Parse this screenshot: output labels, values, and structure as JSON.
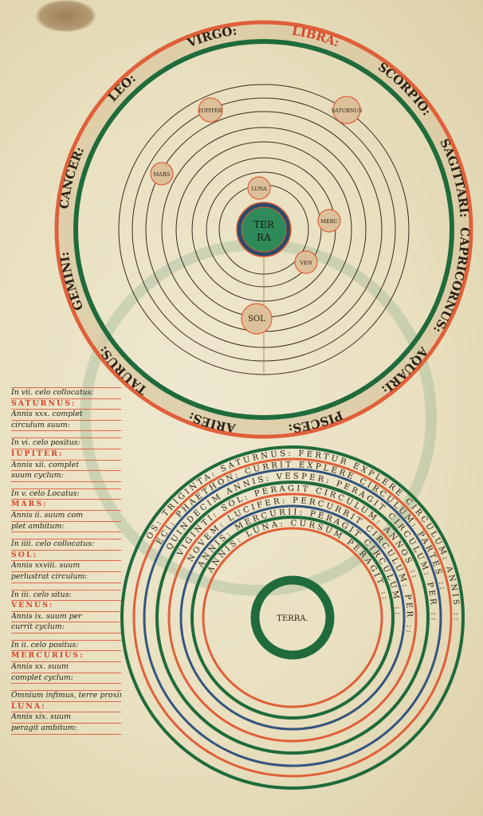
{
  "top_diagram": {
    "center_label": [
      "TER",
      "RA"
    ],
    "zodiac": [
      {
        "label": "LIBRA:",
        "red": true
      },
      {
        "label": "SCORPIO:"
      },
      {
        "label": "SAGITTARI:"
      },
      {
        "label": "CAPRICORNUS:"
      },
      {
        "label": "AQUARI:"
      },
      {
        "label": "PISCES:"
      },
      {
        "label": "ARIES:"
      },
      {
        "label": "TAURUS:"
      },
      {
        "label": "GEMINI:"
      },
      {
        "label": "CANCER:"
      },
      {
        "label": "LEO:"
      },
      {
        "label": "VIRGO:"
      }
    ],
    "planets": [
      {
        "label": "LUNA"
      },
      {
        "label": "MERC"
      },
      {
        "label": "VEN"
      },
      {
        "label": "SOL"
      },
      {
        "label": "MARS"
      },
      {
        "label": "IUPITER"
      },
      {
        "label": "SATURNUS"
      }
    ],
    "colors": {
      "outer_ring": "#e0603a",
      "inner_ring": "#1f6b3c",
      "band": "#d9c7a0",
      "planet_fill": "#dcc09a",
      "terra_fill": "#2f8a5a",
      "orbit": "#3a2a1a"
    }
  },
  "bottom_diagram": {
    "center_label": "TERRA.",
    "ring_colors": [
      "#1f6b3c",
      "#e0603a",
      "#34557e",
      "#1f6b3c",
      "#e0603a",
      "#34557e",
      "#1f6b3c",
      "#e0603a"
    ],
    "ring_texts": [
      "OS: TRIGINTA: SATURNUS: FERTUR EXPLERE CIRCULUM: ANNIS ::",
      "ECI: PHAETHON: CURRIT EXPLERE CIRCULUM: PARTES ::",
      "QUINDECIM ANNIS: VESPER: PERAGIT CIRCULUM: PER ::",
      "VIGINTI: SOL: PERAGIT CIRCULUM: ANNOS ::",
      "NOVEM: LUCIFER: PERCURRIT CIRCULUM: PER ::",
      "ANNIS: MERCURII: PERAGIT CIRCULUM ::",
      "ANNIS: LUNA: CURSUM PERAGIT ::"
    ]
  },
  "legend": [
    {
      "lines": [
        "In vii. celo collocatus:",
        "SATURNUS:",
        "Annis xxx. complet",
        "circulum suum:"
      ]
    },
    {
      "lines": [
        "In vi. celo positus:",
        "IUPITER:",
        "Annis xii. complet",
        "suum cyclum:"
      ]
    },
    {
      "lines": [
        "In v. celo Locatus:",
        "MARS:",
        "Annis ii. suum com",
        "plet ambitum:"
      ]
    },
    {
      "lines": [
        "In iiii. celo collocatus:",
        "SOL:",
        "Annis xxviii. suum",
        "perlustrat circulum:"
      ]
    },
    {
      "lines": [
        "In iii. celo situs:",
        "VENUS:",
        "Annis ix. suum per",
        "currit cyclum:"
      ]
    },
    {
      "lines": [
        "In ii. celo positus:",
        "MERCURIUS:",
        "Annis xx. suum",
        "complet cyclum:"
      ]
    },
    {
      "lines": [
        "Omnium infimus, terre proxima:",
        "LUNA:",
        "Annis xix. suum",
        "peragit ambitum:"
      ]
    }
  ]
}
